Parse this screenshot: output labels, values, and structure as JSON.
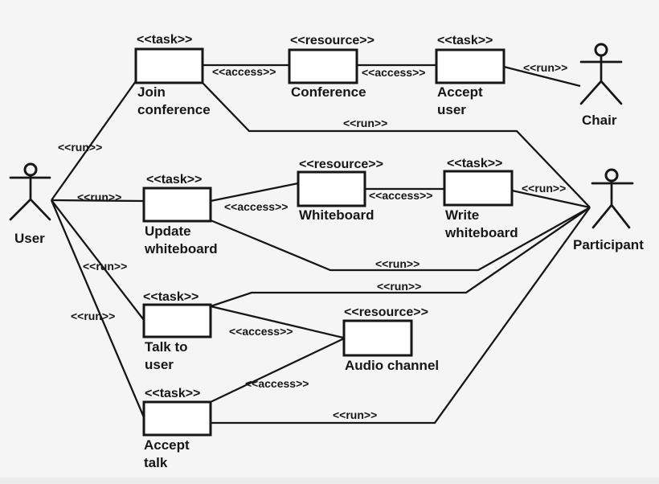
{
  "diagram": {
    "type": "task-resource-uml",
    "background_color": "#f5f5f5",
    "ink_color": "#161616",
    "actors": {
      "user": {
        "label": "User"
      },
      "chair": {
        "label": "Chair"
      },
      "participant": {
        "label": "Participant"
      }
    },
    "nodes": {
      "join_conference": {
        "stereotype": "<<task>>",
        "label": "Join\nconference"
      },
      "conference": {
        "stereotype": "<<resource>>",
        "label": "Conference"
      },
      "accept_user": {
        "stereotype": "<<task>>",
        "label": "Accept\nuser"
      },
      "update_whiteboard": {
        "stereotype": "<<task>>",
        "label": "Update\nwhiteboard"
      },
      "whiteboard": {
        "stereotype": "<<resource>>",
        "label": "Whiteboard"
      },
      "write_whiteboard": {
        "stereotype": "<<task>>",
        "label": "Write\nwhiteboard"
      },
      "talk_to_user": {
        "stereotype": "<<task>>",
        "label": "Talk to\nuser"
      },
      "audio_channel": {
        "stereotype": "<<resource>>",
        "label": "Audio channel"
      },
      "accept_talk": {
        "stereotype": "<<task>>",
        "label": "Accept\ntalk"
      }
    },
    "edges": [
      {
        "from": "User",
        "to": "Join conference",
        "type": "<<run>>"
      },
      {
        "from": "User",
        "to": "Update whiteboard",
        "type": "<<run>>"
      },
      {
        "from": "User",
        "to": "Talk to user",
        "type": "<<run>>"
      },
      {
        "from": "User",
        "to": "Accept talk",
        "type": "<<run>>"
      },
      {
        "from": "Join conference",
        "to": "Conference",
        "type": "<<access>>"
      },
      {
        "from": "Conference",
        "to": "Accept user",
        "type": "<<access>>"
      },
      {
        "from": "Accept user",
        "to": "Chair",
        "type": "<<run>>"
      },
      {
        "from": "Join conference",
        "to": "Participant",
        "type": "<<run>>"
      },
      {
        "from": "Update whiteboard",
        "to": "Whiteboard",
        "type": "<<access>>"
      },
      {
        "from": "Whiteboard",
        "to": "Write whiteboard",
        "type": "<<access>>"
      },
      {
        "from": "Write whiteboard",
        "to": "Participant",
        "type": "<<run>>"
      },
      {
        "from": "Update whiteboard",
        "to": "Participant",
        "type": "<<run>>"
      },
      {
        "from": "Talk to user",
        "to": "Participant",
        "type": "<<run>>"
      },
      {
        "from": "Talk to user",
        "to": "Audio channel",
        "type": "<<access>>"
      },
      {
        "from": "Accept talk",
        "to": "Audio channel",
        "type": "<<access>>"
      },
      {
        "from": "Accept talk",
        "to": "Participant",
        "type": "<<run>>"
      }
    ]
  }
}
